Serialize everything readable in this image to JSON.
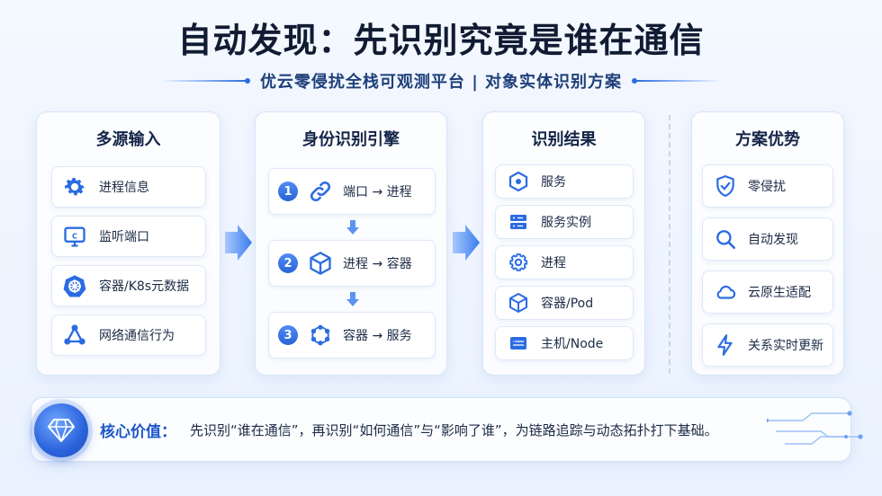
{
  "header": {
    "title": "自动发现：先识别究竟是谁在通信",
    "subtitle": "优云零侵扰全栈可观测平台 | 对象实体识别方案"
  },
  "panels": {
    "inputs": {
      "title": "多源输入",
      "items": [
        {
          "label": "进程信息",
          "icon": "gear-icon"
        },
        {
          "label": "监听端口",
          "icon": "monitor-port-icon"
        },
        {
          "label": "容器/K8s元数据",
          "icon": "kubernetes-icon"
        },
        {
          "label": "网络通信行为",
          "icon": "network-nodes-icon"
        }
      ]
    },
    "engine": {
      "title": "身份识别引擎",
      "steps": [
        {
          "num": "1",
          "label": "端口 → 进程",
          "icon": "link-icon"
        },
        {
          "num": "2",
          "label": "进程 → 容器",
          "icon": "cube-icon"
        },
        {
          "num": "3",
          "label": "容器 → 服务",
          "icon": "service-ring-icon"
        }
      ]
    },
    "results": {
      "title": "识别结果",
      "items": [
        {
          "label": "服务",
          "icon": "hexagon-icon"
        },
        {
          "label": "服务实例",
          "icon": "server-icon"
        },
        {
          "label": "进程",
          "icon": "gear-icon"
        },
        {
          "label": "容器/Pod",
          "icon": "cube-icon"
        },
        {
          "label": "主机/Node",
          "icon": "host-icon"
        }
      ]
    },
    "advantages": {
      "title": "方案优势",
      "items": [
        {
          "label": "零侵扰",
          "icon": "shield-check-icon"
        },
        {
          "label": "自动发现",
          "icon": "search-icon"
        },
        {
          "label": "云原生适配",
          "icon": "cloud-icon"
        },
        {
          "label": "关系实时更新",
          "icon": "lightning-icon"
        }
      ]
    }
  },
  "footer": {
    "label": "核心价值：",
    "text": "先识别“谁在通信”，再识别“如何通信”与“影响了谁”，为链路追踪与动态拓扑打下基础。",
    "icon": "diamond-icon"
  },
  "colors": {
    "accent": "#2b6ce2",
    "title": "#111c33",
    "core_label": "#1d56c8"
  }
}
